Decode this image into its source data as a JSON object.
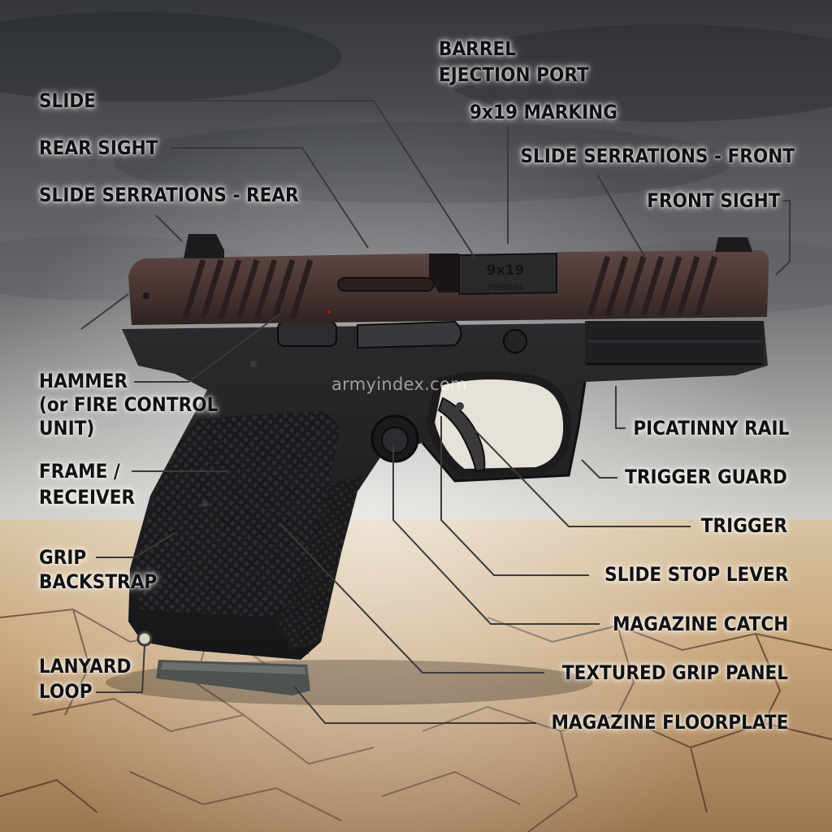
{
  "colors": {
    "sky_dark": "#3a3c40",
    "sky_light": "#d9d7d2",
    "ground": "#c7a47a",
    "crack": "#4b3423",
    "slide": "#4a3634",
    "frame": "#1c1c1e",
    "label_text": "#111111",
    "leader_line": "#3a3a3a"
  },
  "watermark": "armyindex.com",
  "slide_markings": {
    "caliber": "9x19",
    "serial": "20E0034"
  },
  "labels": {
    "barrel": "BARREL",
    "ejection_port": "EJECTION PORT",
    "slide": "SLIDE",
    "marking_9x19": "9x19 MARKING",
    "rear_sight": "REAR SIGHT",
    "slide_serrations_front": "SLIDE SERRATIONS - FRONT",
    "slide_serrations_rear": "SLIDE SERRATIONS - REAR",
    "front_sight": "FRONT SIGHT",
    "hammer_1": "HAMMER",
    "hammer_2": "(or FIRE CONTROL",
    "hammer_3": "UNIT)",
    "picatinny_rail": "PICATINNY RAIL",
    "frame_1": "FRAME /",
    "frame_2": "RECEIVER",
    "trigger_guard": "TRIGGER GUARD",
    "trigger": "TRIGGER",
    "grip_1": "GRIP",
    "grip_2": "BACKSTRAP",
    "slide_stop_lever": "SLIDE STOP LEVER",
    "magazine_catch": "MAGAZINE CATCH",
    "lanyard_1": "LANYARD",
    "lanyard_2": "LOOP",
    "textured_grip_panel": "TEXTURED GRIP PANEL",
    "magazine_floorplate": "MAGAZINE FLOORPLATE"
  }
}
